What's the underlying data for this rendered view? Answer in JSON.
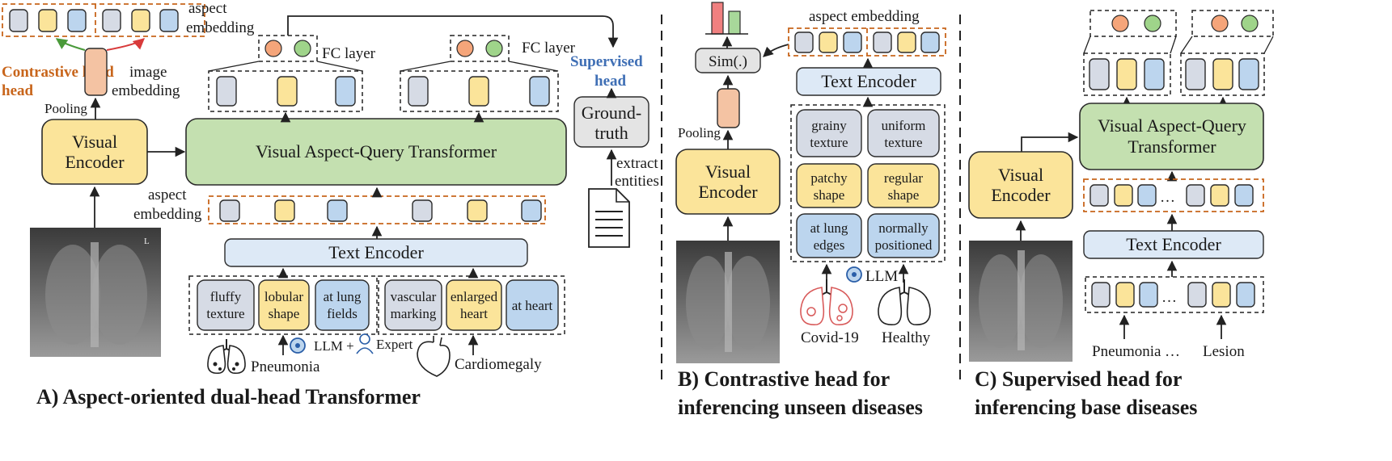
{
  "panel_a": {
    "caption": "A) Aspect-oriented dual-head Transformer",
    "contrastive_head": "Contrastive head",
    "pooling": "Pooling",
    "image_embedding": "image embedding",
    "aspect_embedding_top": "aspect embedding",
    "fc_layer": "FC layer",
    "supervised_head": "Supervised head",
    "visual_encoder": "Visual Encoder",
    "vaq_transformer": "Visual Aspect-Query Transformer",
    "ground_truth": "Ground- truth",
    "extract_entities": "extract entities",
    "aspect_embedding_mid": "aspect embedding",
    "text_encoder": "Text Encoder",
    "pneumonia_aspects": [
      "fluffy texture",
      "lobular shape",
      "at lung fields"
    ],
    "cardiomegaly_aspects": [
      "vascular marking",
      "enlarged heart",
      "at heart"
    ],
    "pneumonia": "Pneumonia",
    "llm_expert": "LLM + Expert",
    "cardiomegaly": "Cardiomegaly",
    "xray_marker": "L"
  },
  "panel_b": {
    "caption": "B) Contrastive head for inferencing unseen diseases",
    "aspect_embedding": "aspect embedding",
    "sim": "Sim(.)",
    "text_encoder": "Text Encoder",
    "pooling": "Pooling",
    "visual_encoder": "Visual Encoder",
    "covid_aspects": [
      "grainy texture",
      "patchy shape",
      "at lung edges"
    ],
    "healthy_aspects": [
      "uniform texture",
      "regular shape",
      "normally positioned"
    ],
    "llm": "LLM",
    "covid": "Covid-19",
    "healthy": "Healthy"
  },
  "panel_c": {
    "caption": "C) Supervised head for inferencing base diseases",
    "vaq_transformer": "Visual Aspect-Query Transformer",
    "visual_encoder": "Visual Encoder",
    "text_encoder": "Text Encoder",
    "ellipsis": "…",
    "pneumonia": "Pneumonia",
    "lesion": "Lesion"
  },
  "colors": {
    "encoder_yellow": "#fbe49a",
    "transformer_green": "#c4e0b0",
    "token_gray": "#d6dbe5",
    "token_blue": "#bcd5ee",
    "contrastive_orange": "#c8651b",
    "supervised_blue": "#3f6fb5",
    "dot_orange": "#f5a57a",
    "dot_green": "#9fd48a",
    "bar_red": "#f08080",
    "bar_green": "#a8d89a"
  }
}
